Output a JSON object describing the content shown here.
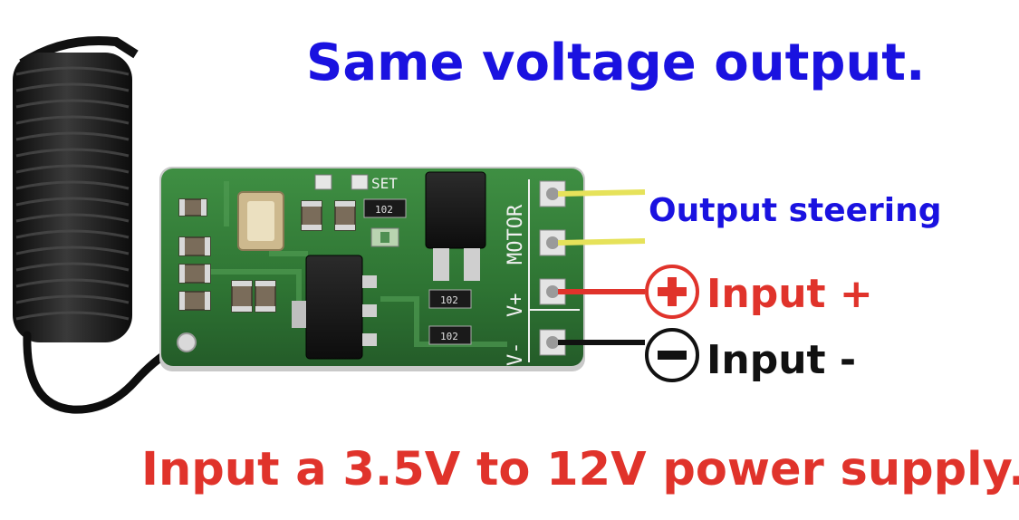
{
  "headline": "Same voltage output.",
  "annotations": {
    "output_steering": "Output steering",
    "input_plus": "Input +",
    "input_minus": "Input -",
    "supply_note": "Input a 3.5V to 12V power supply."
  },
  "board": {
    "silkscreen_set": "SET",
    "silkscreen_motor": "MOTOR",
    "silkscreen_vplus": "V+",
    "silkscreen_vminus": "V-",
    "resistor_code": "102"
  },
  "colors": {
    "headline": "#1a12e0",
    "steering": "#1a12e0",
    "steering_wire": "#e6e25a",
    "positive": "#e0332b",
    "negative": "#111111",
    "pcb": "#2f7a35"
  }
}
